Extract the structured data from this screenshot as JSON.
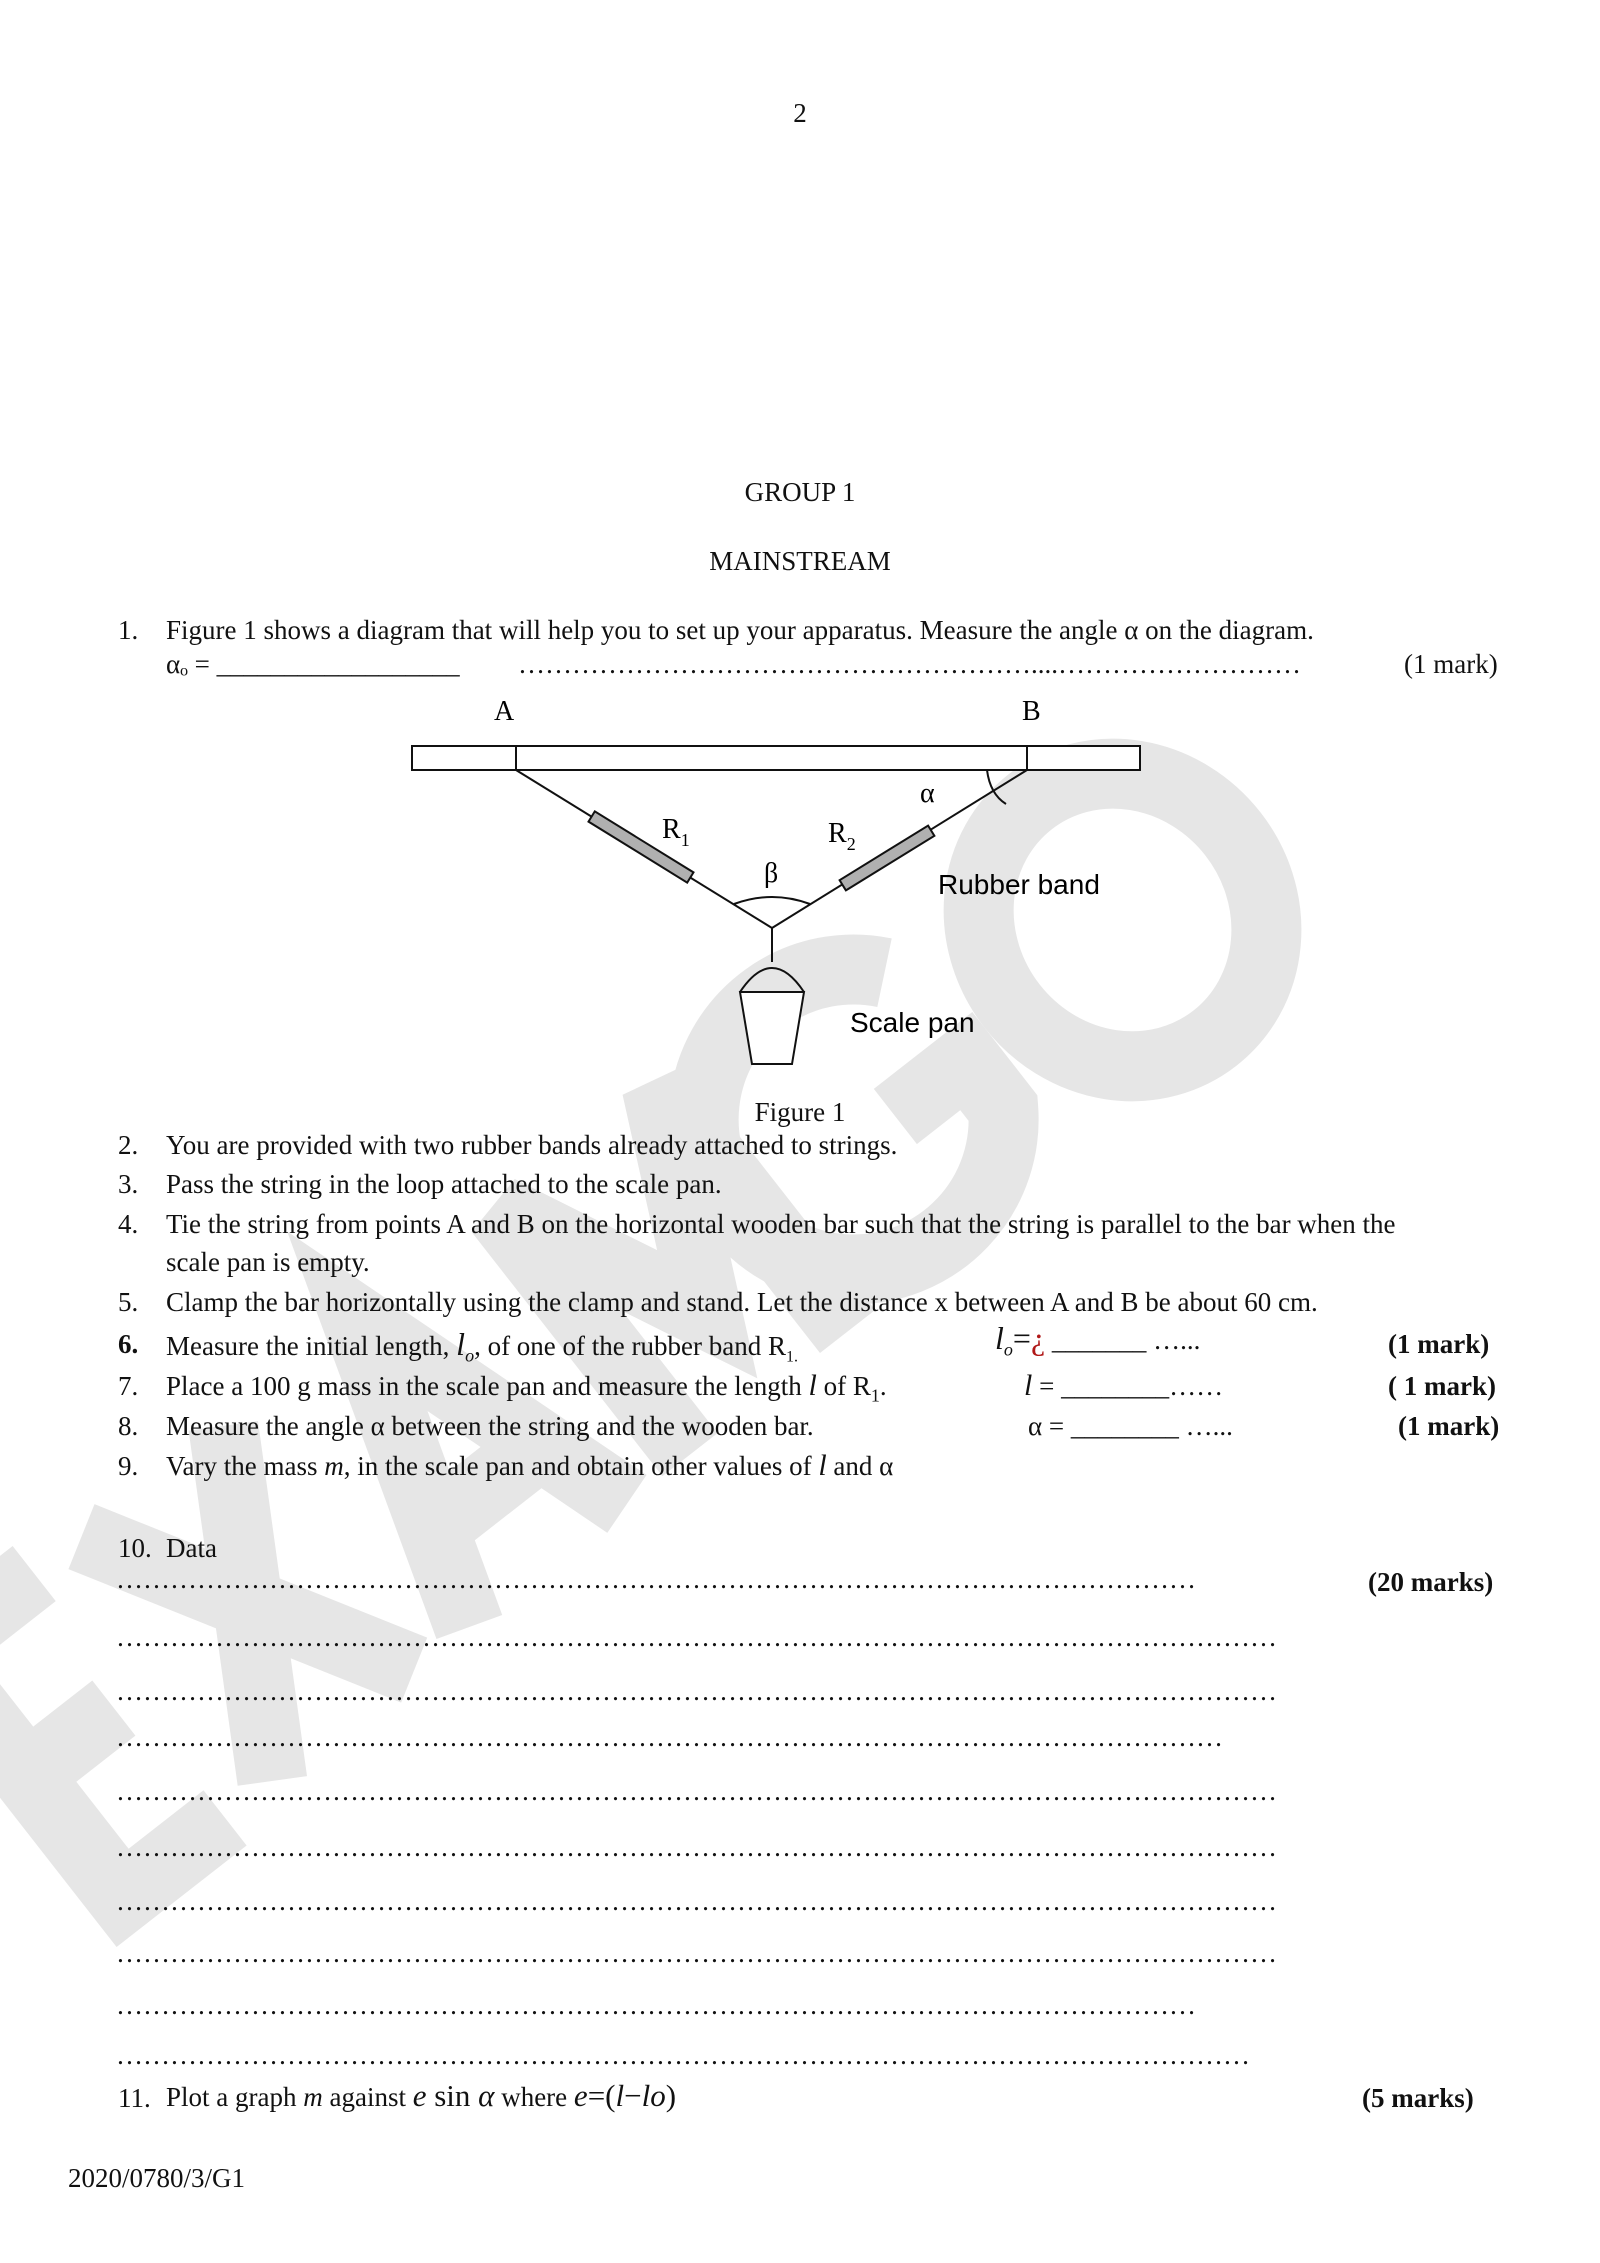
{
  "page_number": "2",
  "watermark": "EXAMGO",
  "group": "GROUP 1",
  "stream": "MAINSTREAM",
  "q1": {
    "num": "1.",
    "text": "Figure 1 shows a diagram that will help you to set up your apparatus. Measure the angle α on the diagram.",
    "answer_label": "αₒ = __________________",
    "dots": "…………………………………………………....………………………",
    "mark": "(1 mark)"
  },
  "figure": {
    "label_a": "A",
    "label_b": "B",
    "alpha": "α",
    "beta": "β",
    "r1": "R",
    "r1_sub": "1",
    "r2": "R",
    "r2_sub": "2",
    "rubber_band": "Rubber band",
    "scale_pan": "Scale pan",
    "caption": "Figure 1"
  },
  "items": [
    {
      "num": "2.",
      "text": "You are provided with two rubber bands already attached to strings."
    },
    {
      "num": "3.",
      "text": "Pass the string in the loop attached to the scale pan."
    },
    {
      "num": "4.",
      "text": "Tie the string from points A and B on the horizontal wooden bar such that the string is parallel to the bar when the",
      "text2": "scale pan is empty."
    },
    {
      "num": "5.",
      "text": "Clamp the bar horizontally using the clamp and stand. Let the distance x between A and B be about 60 cm."
    }
  ],
  "q6": {
    "num": "6.",
    "text_a": "Measure the initial length, ",
    "var": "l",
    "sub": "o",
    "text_b": ", of one of the rubber band R",
    "r_sub": "1.",
    "ans_var": "l",
    "ans_sub": "o",
    "ans_eq": "=",
    "ans_red": "¿",
    "ans_blank": " _______  …...",
    "mark": "(1 mark)"
  },
  "q7": {
    "num": "7.",
    "text_a": "Place a 100 g mass in the scale pan and measure the length ",
    "var": "l",
    "text_b": " of R",
    "r_sub": "1",
    "text_c": ".",
    "ans_var": "l",
    "ans_rest": "  = ________……",
    "mark": "( 1 mark)"
  },
  "q8": {
    "num": "8.",
    "text": "Measure the angle α between the string and the wooden bar.",
    "ans": "α = ________    …...",
    "mark": "(1 mark)"
  },
  "q9": {
    "num": "9.",
    "text_a": "Vary the mass ",
    "var_m": "m",
    "text_b": ", in the scale pan and obtain other values of ",
    "var_l": "l",
    "text_c": " and α"
  },
  "q10": {
    "num": "10.",
    "text": "Data",
    "first_dots": "…………………………………………………………………………………………………………",
    "mark": "(20 marks)",
    "dot_lines": [
      "…………………………………………………………………………………………………………………",
      "…………………………………………………………………………………………………………………",
      "……………………………………………………………………………………………………………",
      "…………………………………………………………………………………………………………………",
      "…………………………………………………………………………………………………………………",
      "…………………………………………………………………………………………………………………",
      "…………………………………………………………………………………………………………………",
      "…………………………………………………………………………………………………………",
      "………………………………………………………………………………………………………………"
    ]
  },
  "q11": {
    "num": "11.",
    "text_a": "Plot a graph ",
    "var_m": "m",
    "text_b": " against ",
    "expr_e": "e",
    "expr_sin": " sin ",
    "expr_alpha": "α",
    "text_c": " where ",
    "expr_def_e": "e",
    "expr_def_rest": "=(",
    "expr_l": "l",
    "expr_minus": "−",
    "expr_lo": "lo",
    "expr_close": ")",
    "mark": "(5 marks)"
  },
  "footer_code": "2020/0780/3/G1"
}
